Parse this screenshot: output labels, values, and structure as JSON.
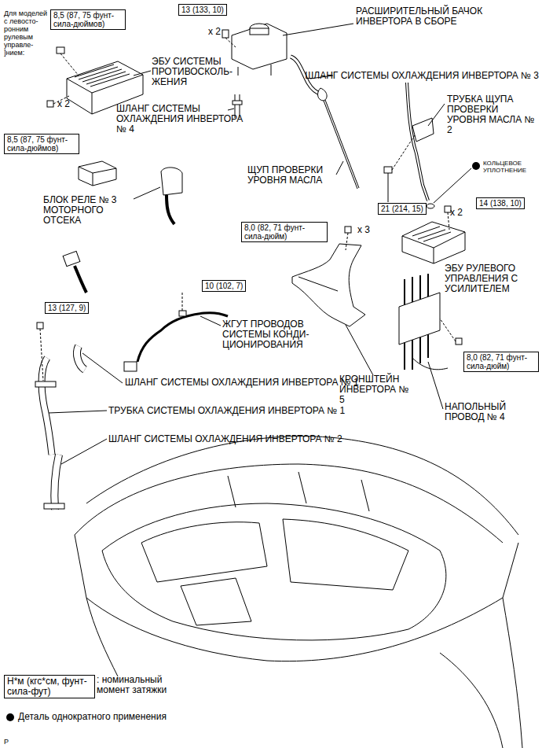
{
  "diagram": {
    "nodes": [
      {
        "text": [
          "8,5 (87, 75 фунт-сила-дюймов)"
        ]
      },
      {
        "text": [
          "13 (133, 10)"
        ]
      },
      {
        "text": [
          "8,5 (87, 75 фунт-сила-дюймов)"
        ]
      },
      {
        "text": [
          "21 (214, 15)"
        ]
      },
      {
        "text": [
          "14 (138, 10)"
        ]
      },
      {
        "text": [
          "8,0 (82, 71 фунт-сила-дюйм)"
        ]
      },
      {
        "text": [
          "10 (102, 7)"
        ]
      },
      {
        "text": [
          "13 (127, 9)"
        ]
      },
      {
        "text": [
          "8,0 (82, 71 фунт-сила-дюйм)"
        ]
      },
      {
        "text": [
          "Н*м (кгс*см, фунт-сила-фут)",
          ": номинальный момент затяжки"
        ]
      }
    ],
    "labels": [
      "Для моделей с левосто- ронним рулевым управле- ]нием:",
      "x 2",
      "РАСШИРИТЕЛЬНЫЙ БАЧОК ИНВЕРТОРА В СБОРЕ",
      "ЭБУ СИСТЕМЫ ПРОТИВОСКОЛЬ- ЖЕНИЯ",
      "ШЛАНГ СИСТЕМЫ ОХЛАЖДЕНИЯ ИНВЕРТОРА № 3",
      "x 2",
      "ТРУБКА ЩУПА ПРОВЕРКИ УРОВНЯ МАСЛА № 2",
      "ШЛАНГ СИСТЕМЫ ОХЛАЖДЕНИЯ ИНВЕРТОРА № 4",
      "КОЛЬЦЕВОЕ УПЛОТНЕНИЕ",
      "ЩУП ПРОВЕРКИ УРОВНЯ МАСЛА",
      "БЛОК РЕЛЕ № 3 МОТОРНОГО ОТСЕКА",
      "x 2",
      "x 3",
      "ЭБУ РУЛЕВОГО УПРАВЛЕНИЯ С УСИЛИТЕЛЕМ",
      "ЖГУТ ПРОВОДОВ СИСТЕМЫ КОНДИ- ЦИОНИРОВАНИЯ",
      "ШЛАНГ СИСТЕМЫ ОХЛАЖДЕНИЯ ИНВЕРТОРА № 1",
      "КРОНШТЕЙН ИНВЕРТОРА № 5",
      "ТРУБКА СИСТЕМЫ ОХЛАЖДЕНИЯ ИНВЕРТОРА № 1",
      "НАПОЛЬНЫЙ ПРОВОД № 4",
      "ШЛАНГ СИСТЕМЫ ОХЛАЖДЕНИЯ ИНВЕРТОРА № 2",
      "P"
    ],
    "legend": [
      {
        "text": "Деталь однократного применения"
      }
    ]
  }
}
